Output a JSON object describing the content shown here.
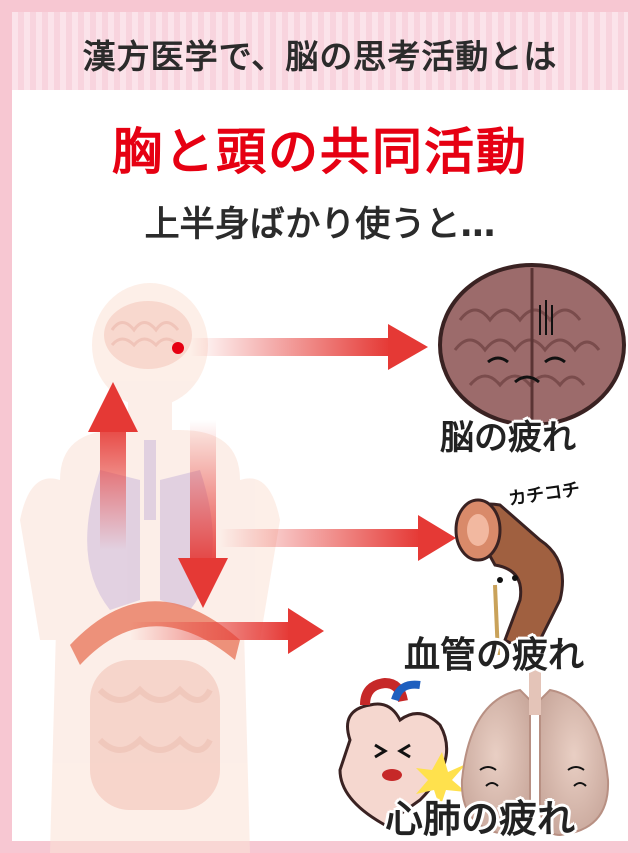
{
  "header": {
    "title": "漢方医学で、脳の思考活動とは"
  },
  "headline": "胸と頭の共同活動",
  "subline": "上半身ばかり使うと…",
  "labels": {
    "brain": "脳の疲れ",
    "vessel": "血管の疲れ",
    "heart_lung": "心肺の疲れ"
  },
  "sound_effect": "カチコチ",
  "colors": {
    "border": "#f7c7d2",
    "headline": "#e60012",
    "arrow": "#e53935"
  }
}
